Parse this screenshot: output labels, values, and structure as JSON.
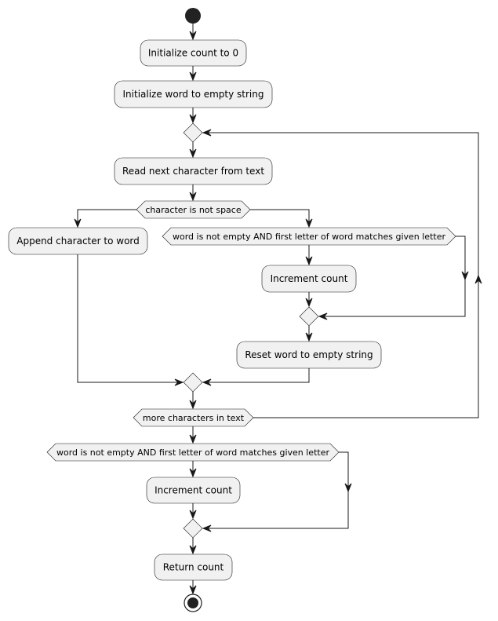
{
  "diagram": {
    "activities": {
      "init_count": "Initialize count to 0",
      "init_word": "Initialize word to empty string",
      "read_char": "Read next character from text",
      "append_char": "Append character to word",
      "increment_count_inner": "Increment count",
      "reset_word": "Reset word to empty string",
      "increment_count_final": "Increment count",
      "return_count": "Return count"
    },
    "conditions": {
      "char_not_space": "character is not space",
      "word_matches_inner": "word is not empty AND first letter of word matches given letter",
      "more_chars": "more characters in text",
      "word_matches_final": "word is not empty AND first letter of word matches given letter"
    },
    "colors": {
      "node_fill": "#f1f1f1",
      "stroke": "#181818",
      "start_end": "#222222"
    }
  }
}
